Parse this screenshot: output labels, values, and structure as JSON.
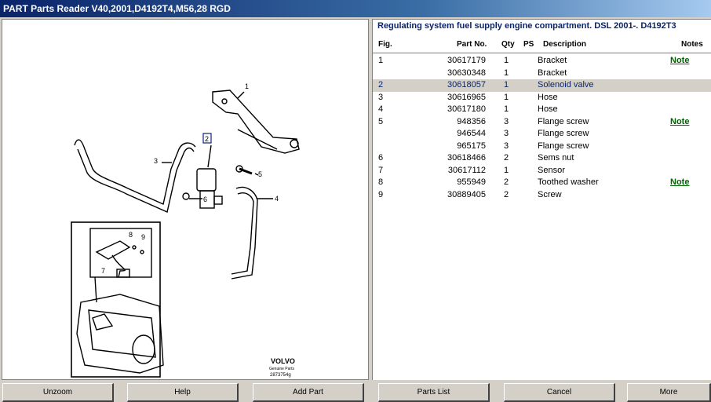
{
  "window": {
    "title": "PART Parts Reader V40,2001,D4192T4,M56,28 RGD"
  },
  "parts_list": {
    "heading": "Regulating system fuel supply engine compartment. DSL 2001-. D4192T3",
    "columns": {
      "fig": "Fig.",
      "part_no": "Part No.",
      "qty": "Qty",
      "ps": "PS",
      "description": "Description",
      "notes": "Notes"
    },
    "rows": [
      {
        "fig": "1",
        "part_no": "30617179",
        "qty": "1",
        "description": "Bracket",
        "note": "Note"
      },
      {
        "fig": "",
        "part_no": "30630348",
        "qty": "1",
        "description": "Bracket",
        "note": ""
      },
      {
        "fig": "2",
        "part_no": "30618057",
        "qty": "1",
        "description": "Solenoid valve",
        "note": ""
      },
      {
        "fig": "3",
        "part_no": "30616965",
        "qty": "1",
        "description": "Hose",
        "note": ""
      },
      {
        "fig": "4",
        "part_no": "30617180",
        "qty": "1",
        "description": "Hose",
        "note": ""
      },
      {
        "fig": "5",
        "part_no": "948356",
        "qty": "3",
        "description": "Flange screw",
        "note": "Note"
      },
      {
        "fig": "",
        "part_no": "946544",
        "qty": "3",
        "description": "Flange screw",
        "note": ""
      },
      {
        "fig": "",
        "part_no": "965175",
        "qty": "3",
        "description": "Flange screw",
        "note": ""
      },
      {
        "fig": "6",
        "part_no": "30618466",
        "qty": "2",
        "description": "Sems nut",
        "note": ""
      },
      {
        "fig": "7",
        "part_no": "30617112",
        "qty": "1",
        "description": "Sensor",
        "note": ""
      },
      {
        "fig": "8",
        "part_no": "955949",
        "qty": "2",
        "description": "Toothed washer",
        "note": "Note"
      },
      {
        "fig": "9",
        "part_no": "30889405",
        "qty": "2",
        "description": "Screw",
        "note": ""
      }
    ],
    "selected_row_fig": "2"
  },
  "diagram": {
    "callouts": [
      "1",
      "2",
      "3",
      "4",
      "5",
      "6",
      "7",
      "8",
      "9"
    ],
    "logo_text": "VOLVO",
    "logo_subtext": "Genuine Parts",
    "drawing_number": "2873754g"
  },
  "buttons": {
    "unzoom": "Unzoom",
    "help": "Help",
    "add_part": "Add Part",
    "parts_list": "Parts List",
    "cancel": "Cancel",
    "more": "More"
  },
  "colors": {
    "title_bar": "#0a246a",
    "heading_text": "#0a246a",
    "note_link": "#006400",
    "selected_row": "#d4d0c8"
  }
}
